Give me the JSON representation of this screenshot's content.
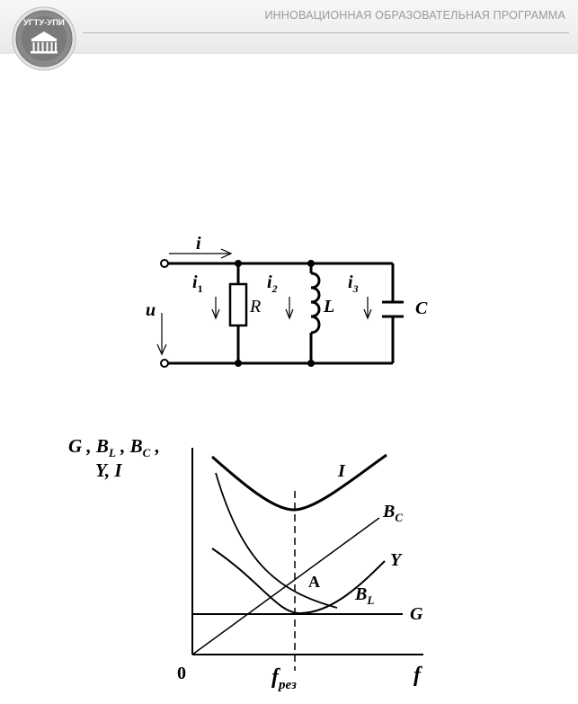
{
  "header": {
    "logo_text": "УГТУ-УПИ",
    "program_title": "ИННОВАЦИОННАЯ  ОБРАЗОВАТЕЛЬНАЯ  ПРОГРАММА"
  },
  "circuit": {
    "current_main": "i",
    "current_1": "i",
    "current_1_sub": "1",
    "current_2": "i",
    "current_2_sub": "2",
    "current_3": "i",
    "current_3_sub": "3",
    "voltage": "u",
    "resistor": "R",
    "inductor": "L",
    "capacitor": "C"
  },
  "graph": {
    "ylabel_line1_a": "G , B",
    "ylabel_line1_sub1": "L",
    "ylabel_line1_b": " , B",
    "ylabel_line1_sub2": "C",
    "ylabel_line1_c": " ,",
    "ylabel_line2": "Y, I",
    "origin_label": "0",
    "xlabel": "f",
    "resonance_label": "f",
    "resonance_sub": "рез",
    "point_label": "A",
    "curve_I": "I",
    "curve_BC": "B",
    "curve_BC_sub": "C",
    "curve_Y": "Y",
    "curve_BL": "B",
    "curve_BL_sub": "L",
    "curve_G": "G"
  }
}
